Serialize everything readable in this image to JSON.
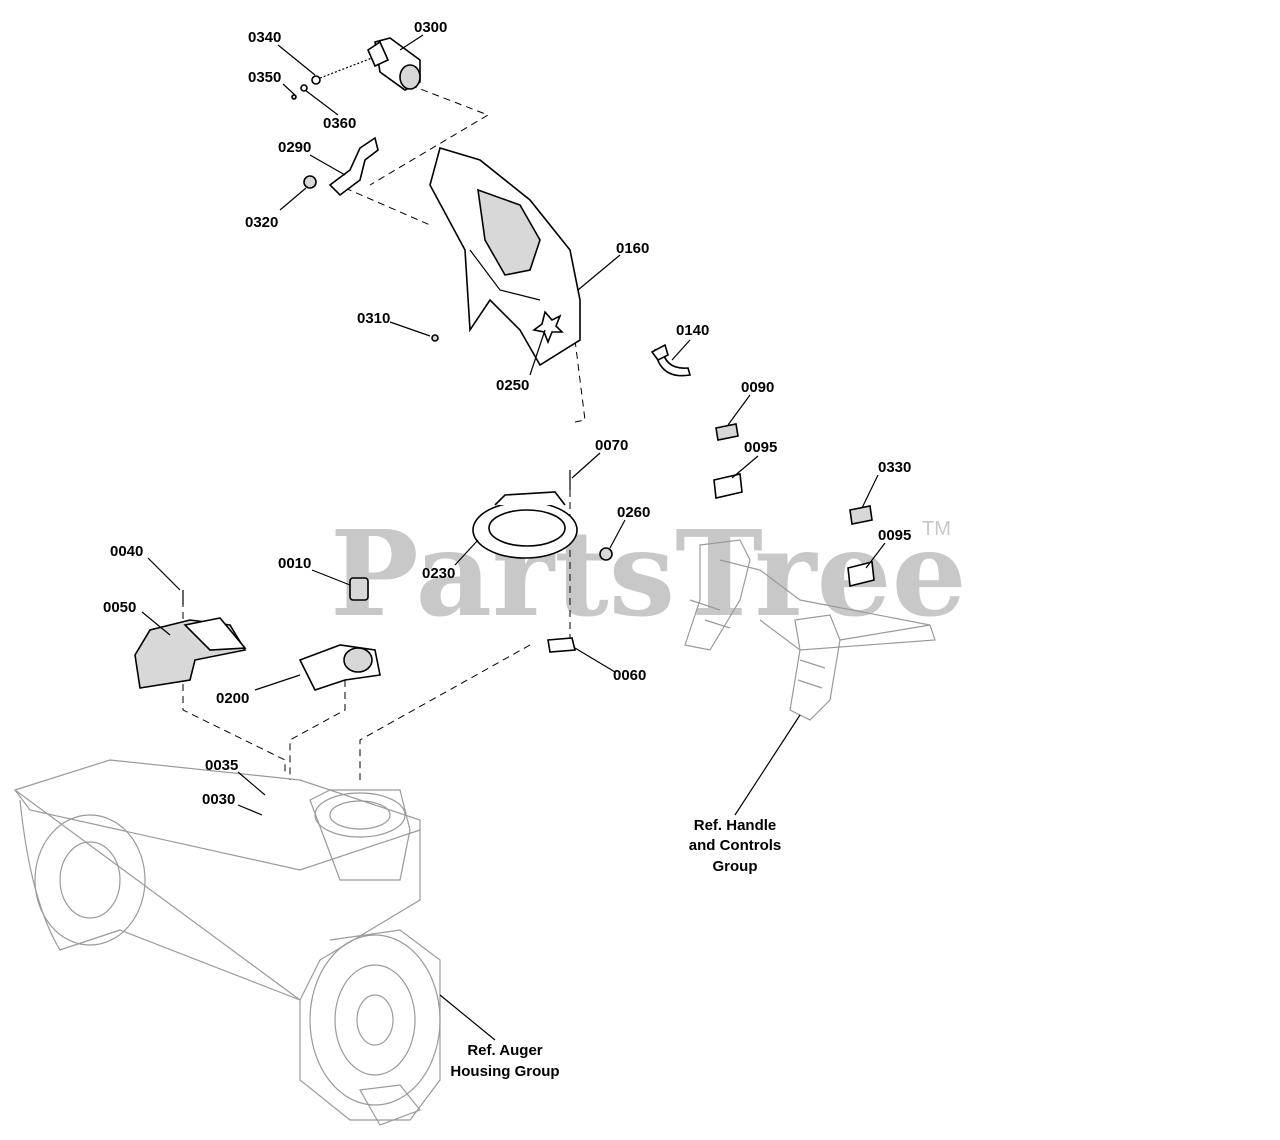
{
  "watermark": {
    "brand": "PartsTree",
    "trademark": "TM"
  },
  "callouts": [
    {
      "id": "0340",
      "text": "0340"
    },
    {
      "id": "0300",
      "text": "0300"
    },
    {
      "id": "0350",
      "text": "0350"
    },
    {
      "id": "0360",
      "text": "0360"
    },
    {
      "id": "0290",
      "text": "0290"
    },
    {
      "id": "0320",
      "text": "0320"
    },
    {
      "id": "0160",
      "text": "0160"
    },
    {
      "id": "0310",
      "text": "0310"
    },
    {
      "id": "0140",
      "text": "0140"
    },
    {
      "id": "0250",
      "text": "0250"
    },
    {
      "id": "0090",
      "text": "0090"
    },
    {
      "id": "0070",
      "text": "0070"
    },
    {
      "id": "0095a",
      "text": "0095"
    },
    {
      "id": "0330",
      "text": "0330"
    },
    {
      "id": "0260",
      "text": "0260"
    },
    {
      "id": "0095b",
      "text": "0095"
    },
    {
      "id": "0040",
      "text": "0040"
    },
    {
      "id": "0010",
      "text": "0010"
    },
    {
      "id": "0230",
      "text": "0230"
    },
    {
      "id": "0050",
      "text": "0050"
    },
    {
      "id": "0060",
      "text": "0060"
    },
    {
      "id": "0200",
      "text": "0200"
    },
    {
      "id": "0035",
      "text": "0035"
    },
    {
      "id": "0030",
      "text": "0030"
    }
  ],
  "references": {
    "handle": [
      "Ref. Handle",
      "and Controls",
      "Group"
    ],
    "auger": [
      "Ref. Auger",
      "Housing Group"
    ]
  }
}
